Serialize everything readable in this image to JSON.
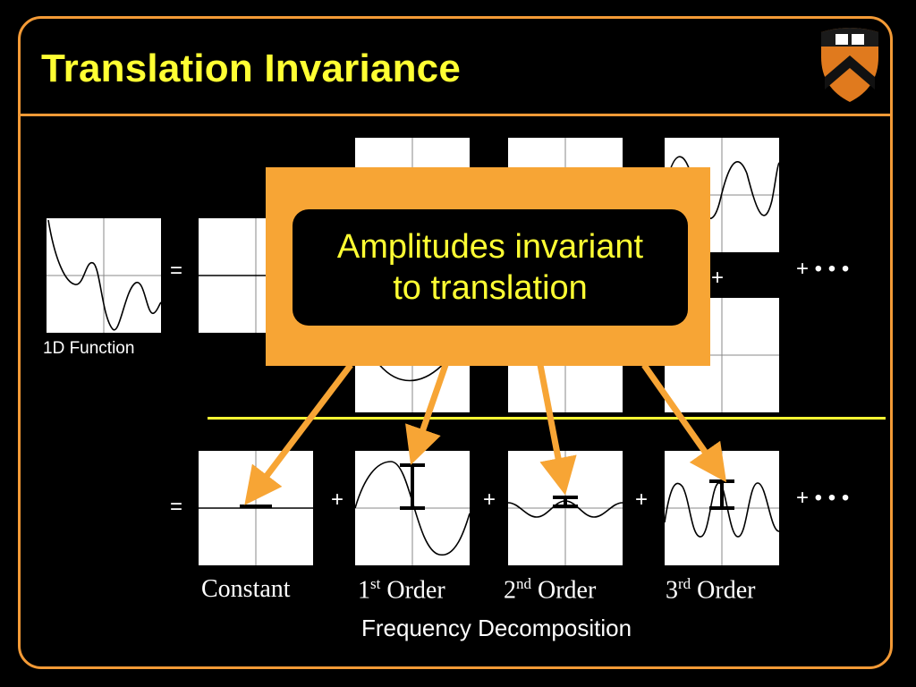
{
  "title": "Translation Invariance",
  "top_row": {
    "function_label": "1D Function",
    "equals": "=",
    "plus": "+",
    "ellipsis": "+ • • •"
  },
  "callout": {
    "line1": "Amplitudes invariant",
    "line2": "to translation"
  },
  "bottom_row": {
    "equals": "=",
    "plus": "+",
    "ellipsis": "+ • • •",
    "labels": [
      {
        "base": "Constant",
        "sup": "",
        "suffix": ""
      },
      {
        "base": "1",
        "sup": "st",
        "suffix": " Order"
      },
      {
        "base": "2",
        "sup": "nd",
        "suffix": " Order"
      },
      {
        "base": "3",
        "sup": "rd",
        "suffix": " Order"
      }
    ]
  },
  "caption": "Frequency Decomposition",
  "colors": {
    "title": "#ffff33",
    "frame": "#f39a36",
    "callout": "#f7a535",
    "divider": "#ffff33"
  },
  "icons": [
    "princeton-shield-logo",
    "arrow-icon"
  ]
}
